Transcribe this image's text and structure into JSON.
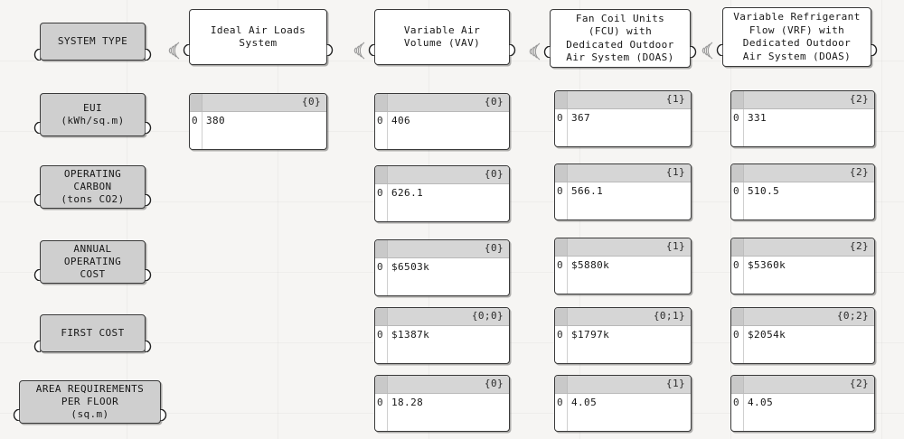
{
  "canvas": {
    "app": "grasshopper-canvas",
    "background_color": "#f6f5f3",
    "grid": "on"
  },
  "labels": [
    {
      "id": "system-type",
      "text": "SYSTEM TYPE"
    },
    {
      "id": "eui",
      "text": "EUI\n(kWh/sq.m)"
    },
    {
      "id": "operating-carbon",
      "text": "OPERATING\nCARBON\n(tons CO2)"
    },
    {
      "id": "annual-operating-cost",
      "text": "ANNUAL\nOPERATING\nCOST"
    },
    {
      "id": "first-cost",
      "text": "FIRST COST"
    },
    {
      "id": "area-requirements",
      "text": "AREA REQUIREMENTS\nPER FLOOR\n(sq.m)"
    }
  ],
  "systems": [
    {
      "id": "ideal-air-loads",
      "name": "Ideal Air Loads\nSystem"
    },
    {
      "id": "vav",
      "name": "Variable Air\nVolume (VAV)"
    },
    {
      "id": "fcu-doas",
      "name": "Fan Coil Units\n(FCU) with\nDedicated Outdoor\nAir System (DOAS)"
    },
    {
      "id": "vrf-doas",
      "name": "Variable Refrigerant\nFlow (VRF) with\nDedicated Outdoor\nAir System (DOAS)"
    }
  ],
  "results": {
    "eui": [
      {
        "path": "{0}",
        "index": "0",
        "value": "380"
      },
      {
        "path": "{0}",
        "index": "0",
        "value": "406"
      },
      {
        "path": "{1}",
        "index": "0",
        "value": "367"
      },
      {
        "path": "{2}",
        "index": "0",
        "value": "331"
      }
    ],
    "operating_carbon": [
      null,
      {
        "path": "{0}",
        "index": "0",
        "value": "626.1"
      },
      {
        "path": "{1}",
        "index": "0",
        "value": "566.1"
      },
      {
        "path": "{2}",
        "index": "0",
        "value": "510.5"
      }
    ],
    "annual_operating_cost": [
      null,
      {
        "path": "{0}",
        "index": "0",
        "value": "$6503k"
      },
      {
        "path": "{1}",
        "index": "0",
        "value": "$5880k"
      },
      {
        "path": "{2}",
        "index": "0",
        "value": "$5360k"
      }
    ],
    "first_cost": [
      null,
      {
        "path": "{0;0}",
        "index": "0",
        "value": "$1387k"
      },
      {
        "path": "{0;1}",
        "index": "0",
        "value": "$1797k"
      },
      {
        "path": "{0;2}",
        "index": "0",
        "value": "$2054k"
      }
    ],
    "area_requirements": [
      null,
      {
        "path": "{0}",
        "index": "0",
        "value": "18.28"
      },
      {
        "path": "{1}",
        "index": "0",
        "value": "4.05"
      },
      {
        "path": "{2}",
        "index": "0",
        "value": "4.05"
      }
    ]
  }
}
